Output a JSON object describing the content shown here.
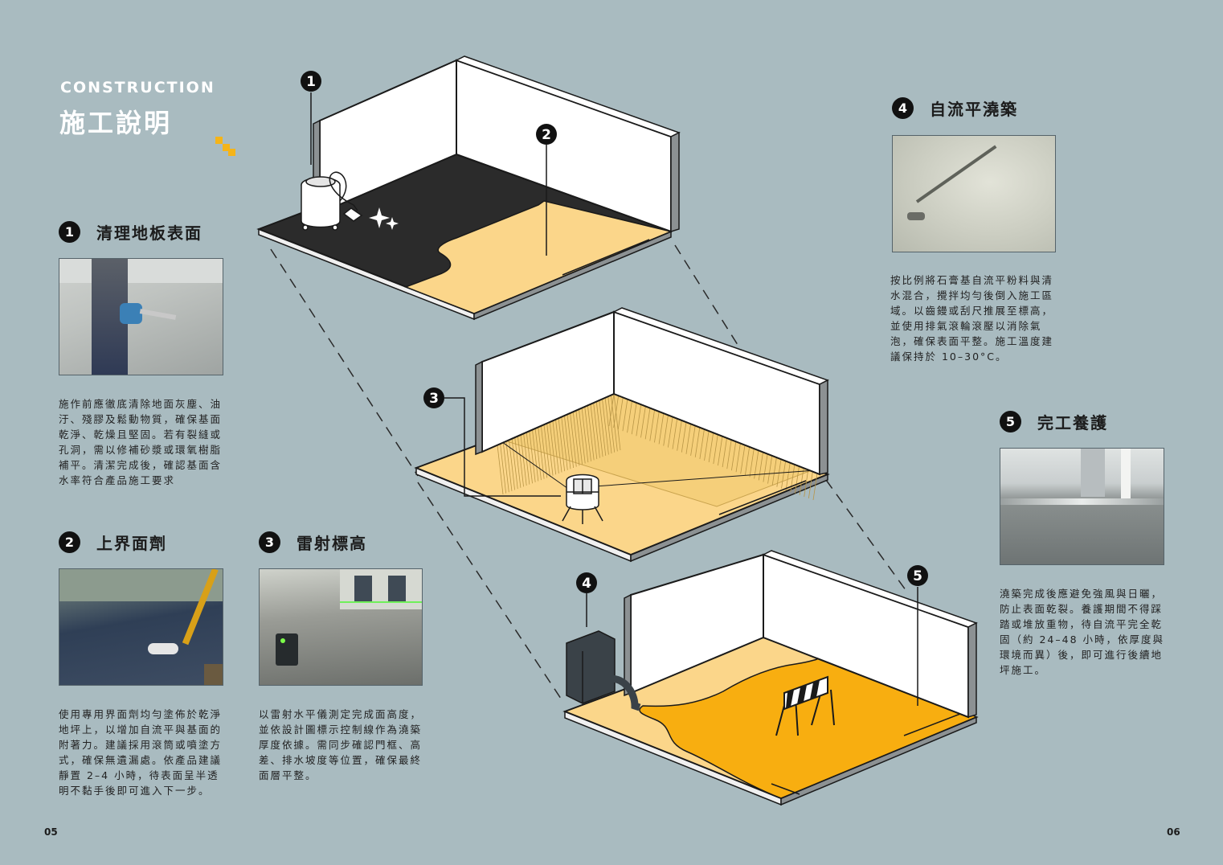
{
  "header": {
    "eyebrow": "CONSTRUCTION",
    "title": "施工說明"
  },
  "steps": [
    {
      "num": "1",
      "title": "清理地板表面",
      "desc": "施作前應徹底清除地面灰塵、油汙、殘膠及鬆動物質，確保基面乾淨、乾燥且堅固。若有裂縫或孔洞，需以修補砂漿或環氧樹脂補平。清潔完成後，確認基面含水率符合產品施工要求"
    },
    {
      "num": "2",
      "title": "上界面劑",
      "desc": "使用專用界面劑均勻塗佈於乾淨地坪上，以增加自流平與基面的附著力。建議採用滾筒或噴塗方式，確保無遺漏處。依產品建議靜置 2–4 小時，待表面呈半透明不黏手後即可進入下一步。"
    },
    {
      "num": "3",
      "title": "雷射標高",
      "desc": "以雷射水平儀測定完成面高度，並依設計圖標示控制線作為澆築厚度依據。需同步確認門框、高差、排水坡度等位置，確保最終面層平整。"
    },
    {
      "num": "4",
      "title": "自流平澆築",
      "desc": "按比例將石膏基自流平粉料與清水混合，攪拌均勻後倒入施工區域。以齒鏝或刮尺推展至標高，並使用排氣滾輪滾壓以消除氣泡，確保表面平整。施工溫度建議保持於 10–30°C。"
    },
    {
      "num": "5",
      "title": "完工養護",
      "desc": "澆築完成後應避免強風與日曬，防止表面乾裂。養護期間不得踩踏或堆放重物，待自流平完全乾固（約 24–48 小時，依厚度與環境而異）後，即可進行後續地坪施工。"
    }
  ],
  "diagram_markers": [
    "1",
    "2",
    "3",
    "4",
    "5"
  ],
  "pages": {
    "left": "05",
    "right": "06"
  },
  "colors": {
    "background": "#a9bbc0",
    "accent": "#f5b419",
    "primer": "#fbd68a",
    "pour": "#f8ae10",
    "dark": "#2b2b2b"
  }
}
